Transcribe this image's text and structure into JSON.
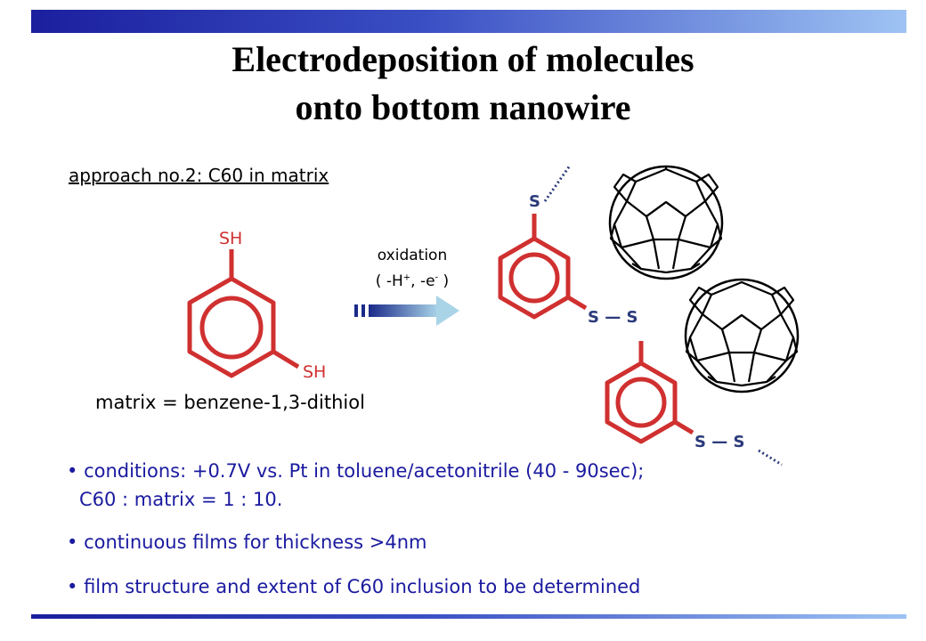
{
  "title": {
    "line1": "Electrodeposition of molecules",
    "line2": "onto bottom nanowire"
  },
  "approach": "approach no.2:  C60 in matrix",
  "matrix_molecule": {
    "top_group": "SH",
    "bottom_group": "SH",
    "caption": "matrix = benzene-1,3-dithiol"
  },
  "reaction": {
    "label": "oxidation",
    "conditions_open": "( -H",
    "h_charge": "+",
    "conditions_mid": ", -e",
    "e_charge": "-",
    "conditions_close": " )"
  },
  "product": {
    "s_top": "S",
    "s_pair_1": "S — S",
    "s_pair_2": "S — S"
  },
  "bullets": [
    {
      "text": "conditions: +0.7V vs. Pt in toluene/acetonitrile (40 - 90sec);"
    },
    {
      "text": "C60 : matrix = 1 : 10."
    },
    {
      "text": "continuous films for thickness >4nm"
    },
    {
      "text": "film structure and extent of C60 inclusion to be determined"
    }
  ],
  "colors": {
    "ring": "#d03030",
    "sh_label": "#d03030",
    "s_label": "#2a3a7a",
    "bullet_text": "#1a1aa0",
    "banner_start": "#1b1f9e",
    "banner_end": "#9ec3f3"
  }
}
